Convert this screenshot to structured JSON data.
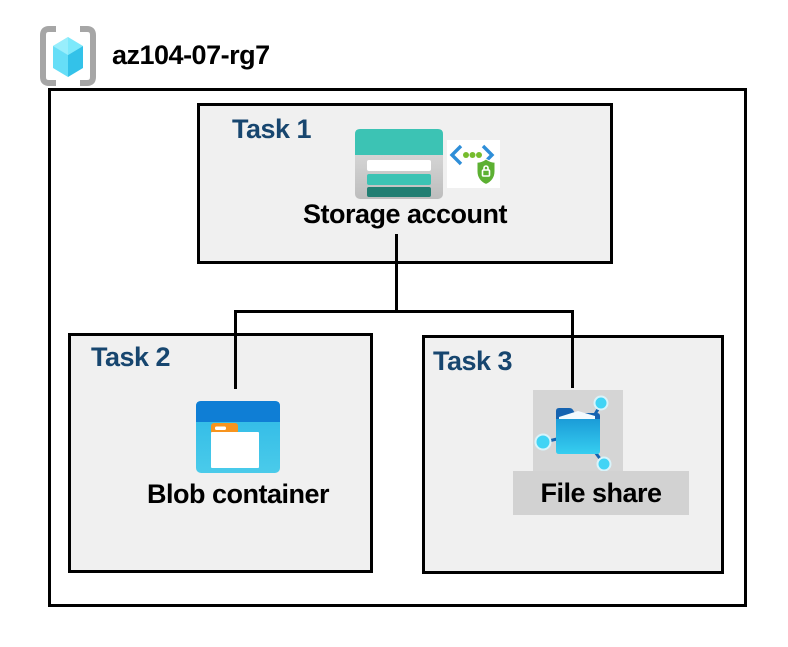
{
  "header": {
    "resource_group_name": "az104-07-rg7",
    "resource_group_icon": "resource-group-icon"
  },
  "tasks": [
    {
      "label": "Task 1",
      "item": "Storage account",
      "icons": [
        "storage-account-icon",
        "code-shield-lock-icon"
      ]
    },
    {
      "label": "Task 2",
      "item": "Blob container",
      "icons": [
        "blob-container-icon"
      ]
    },
    {
      "label": "Task 3",
      "item": "File share",
      "icons": [
        "file-share-icon"
      ]
    }
  ],
  "connections": [
    {
      "from": "Storage account",
      "to": "Blob container"
    },
    {
      "from": "Storage account",
      "to": "File share"
    }
  ],
  "colors": {
    "task_label_blue": "#17466F",
    "box_fill_gray": "#F0F0F0",
    "border_black": "#000000",
    "storage_teal": "#3CC3B4",
    "storage_teal_dark": "#217E72",
    "blob_header_blue": "#0F7ED5",
    "blob_body_cyan": "#35C0E8",
    "folder_tab_orange": "#F7941E",
    "fileshare_dark_blue": "#1563B0",
    "fileshare_node_cyan": "#41D4F5",
    "icon_highlight_gray": "#D5D5D5",
    "label_bar_gray": "#D2D2D2",
    "sas_green": "#5CB032",
    "sas_dots_green": "#76BC2D",
    "sas_bracket_blue": "#2E8ED8",
    "cube_cyan": "#50E6FF",
    "bracket_gray": "#A6A6A6"
  }
}
